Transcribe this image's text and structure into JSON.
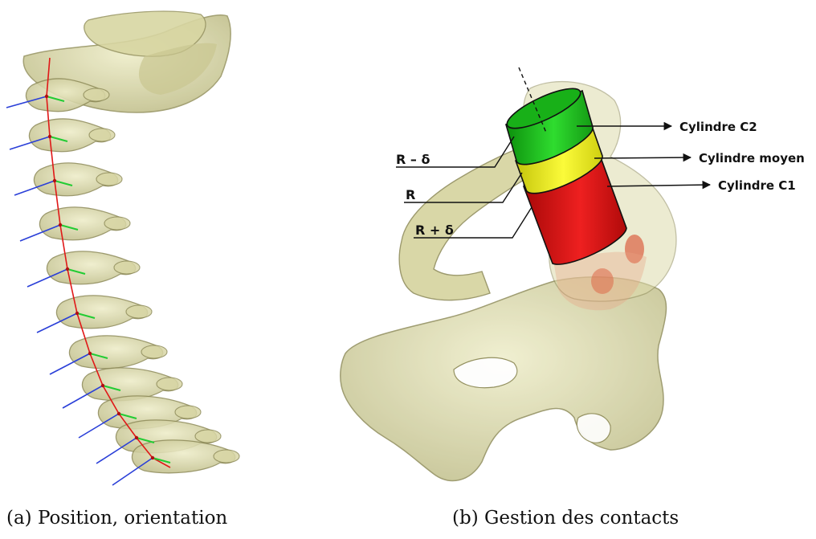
{
  "figure": {
    "panel_a": {
      "caption": "(a) Position, orientation"
    },
    "panel_b": {
      "caption": "(b) Gestion des contacts",
      "labels": {
        "cylinder_c2": "Cylindre C2",
        "cylinder_mean": "Cylindre moyen",
        "cylinder_c1": "Cylindre C1",
        "r_minus": "R – δ",
        "r": "R",
        "r_plus": "R + δ"
      }
    },
    "colors": {
      "bone": "#d9d7a6",
      "bone_edge": "#8f8c5a",
      "axis_red": "#e01818",
      "axis_blue": "#2a3fd8",
      "axis_green": "#22cc33",
      "cyl_green": "#1fc21f",
      "cyl_yellow": "#f2f21a",
      "cyl_red": "#e01010"
    }
  }
}
